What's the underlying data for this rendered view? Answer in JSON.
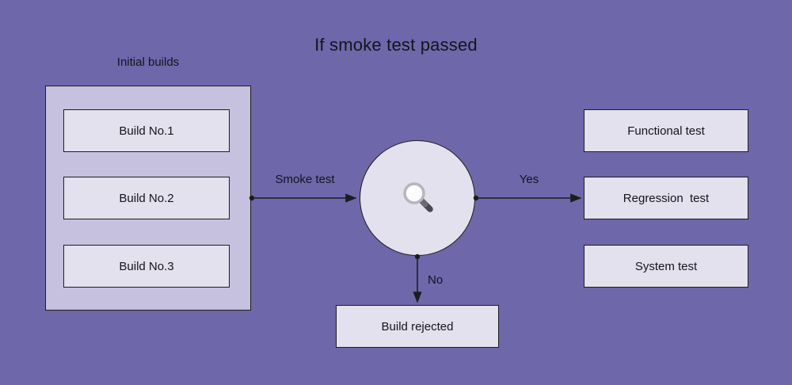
{
  "title": "If smoke test passed",
  "initial_builds": {
    "label": "Initial builds",
    "builds": [
      "Build No.1",
      "Build No.2",
      "Build No.3"
    ]
  },
  "decision": {
    "icon": "magnifier-icon"
  },
  "edges": {
    "smoke_test": "Smoke test",
    "yes": "Yes",
    "no": "No"
  },
  "right_tests": [
    "Functional test",
    "Regression  test",
    "System test"
  ],
  "rejected": "Build rejected",
  "colors": {
    "background": "#6e67aa",
    "container_fill": "#c5c1de",
    "node_fill": "#e3e1ee",
    "border": "#1d1d1f",
    "text": "#14141a",
    "arrow": "#1d1d1f"
  }
}
